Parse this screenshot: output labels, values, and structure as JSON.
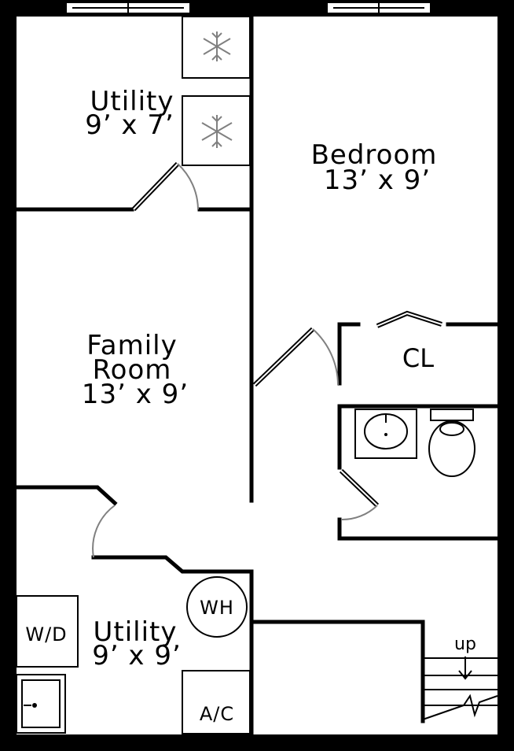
{
  "rooms": {
    "utility_top": {
      "name": "Utility",
      "dims": "9’ x 7’"
    },
    "bedroom": {
      "name": "Bedroom",
      "dims": "13’ x 9’"
    },
    "family_room": {
      "name_line1": "Family",
      "name_line2": "Room",
      "dims": "13’ x 9’"
    },
    "utility_bottom": {
      "name": "Utility",
      "dims": "9’ x 9’"
    }
  },
  "fixtures": {
    "closet": "CL",
    "water_heater": "WH",
    "washer_dryer": "W/D",
    "air_conditioner": "A/C",
    "stairs": "up"
  },
  "colors": {
    "wall": "#000000",
    "door_swing": "#808080",
    "fixture_icon": "#808080",
    "background": "#ffffff"
  }
}
